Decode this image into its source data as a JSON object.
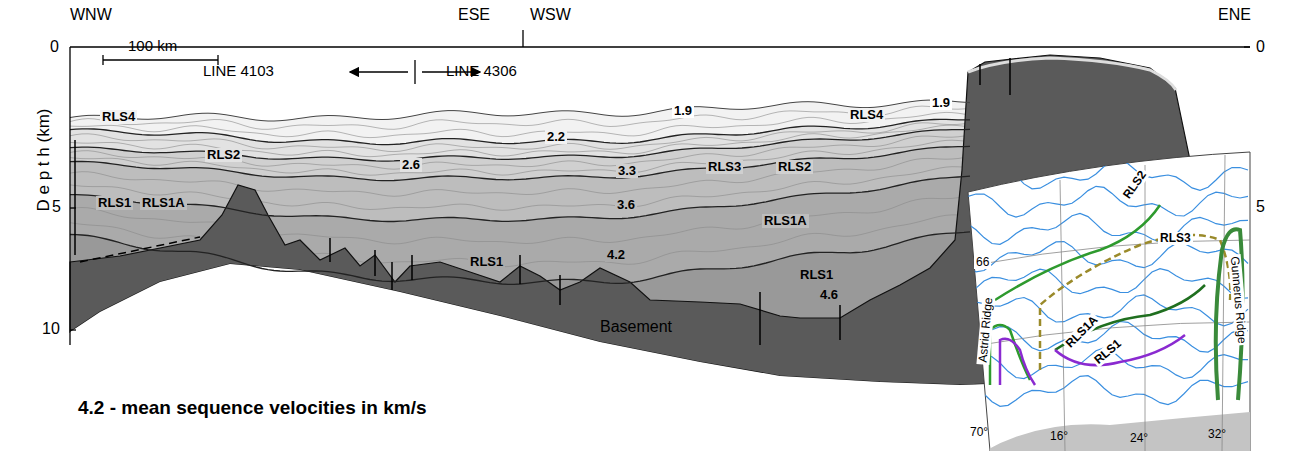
{
  "diagram": {
    "labels": [
      "WNW",
      "ESE",
      "WSW",
      "ENE",
      "0",
      "0",
      "D e p t h (km)",
      "5",
      "5",
      "10",
      "100 km",
      "LINE 4103",
      "LINE 4306",
      "RLS4",
      "RLS2",
      "RLS1",
      "RLS1A",
      "2.6",
      "2.2",
      "1.9",
      "3.3",
      "RLS3",
      "RLS2",
      "3.6",
      "RLS1A",
      "4.2",
      "RLS1",
      "RLS1",
      "4.6",
      "Basement",
      "1.9",
      "RLS4",
      "4.2 - mean sequence velocities in km/s",
      "RLS2",
      "RLS3",
      "RLS1A",
      "RLS1",
      "66",
      "Astrid Ridge",
      "Gunnerus Ridge",
      "70°",
      "16°",
      "24°",
      "32°"
    ]
  }
}
